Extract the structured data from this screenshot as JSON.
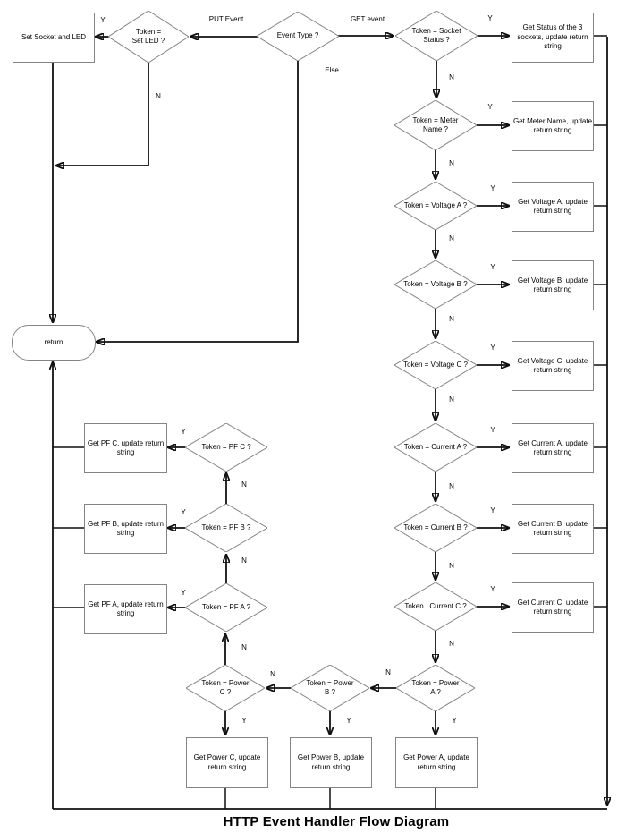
{
  "diagram_title": "HTTP Event Handler Flow Diagram",
  "edge_labels": {
    "yes": "Y",
    "no": "N",
    "put_event": "PUT Event",
    "get_event": "GET event",
    "else_branch": "Else"
  },
  "nodes": {
    "set_socket_and_led": "Set Socket and LED",
    "token_set_led": "Token =\nSet LED ?",
    "event_type": "Event Type ?",
    "token_socket_status": "Token = Socket\nStatus ?",
    "get_status": "Get Status of the 3\nsockets, update return\nstring",
    "token_meter_name": "Token = Meter\nName ?",
    "get_meter_name": "Get Meter Name, update\nreturn string",
    "token_voltage_a": "Token = Voltage A ?",
    "get_voltage_a": "Get Voltage A, update\nreturn string",
    "token_voltage_b": "Token = Voltage B ?",
    "get_voltage_b": "Get Voltage B, update\nreturn string",
    "token_voltage_c": "Token = Voltage C ?",
    "get_voltage_c": "Get Voltage C, update\nreturn string",
    "token_current_a": "Token = Current A ?",
    "get_current_a": "Get Current A, update\nreturn string",
    "token_current_b": "Token = Current B ?",
    "get_current_b": "Get Current B, update\nreturn string",
    "token_current_c": "Token   Current C ?",
    "get_current_c": "Get Current C, update\nreturn string",
    "token_power_a": "Token = Power\nA ?",
    "get_power_a": "Get Power A, update\nreturn string",
    "token_power_b": "Token = Power\nB ?",
    "get_power_b": "Get Power B, update\nreturn string",
    "token_power_c": "Token = Power\nC ?",
    "get_power_c": "Get Power C, update\nreturn string",
    "token_pf_a": "Token = PF A ?",
    "get_pf_a": "Get PF A, update return\nstring",
    "token_pf_b": "Token = PF B ?",
    "get_pf_b": "Get PF B, update return\nstring",
    "token_pf_c": "Token = PF C ?",
    "get_pf_c": "Get PF C, update return\nstring",
    "return_node": "return"
  },
  "colors": {
    "line": "#111111",
    "shape_border": "#848484",
    "background": "#ffffff",
    "text": "#000000"
  }
}
